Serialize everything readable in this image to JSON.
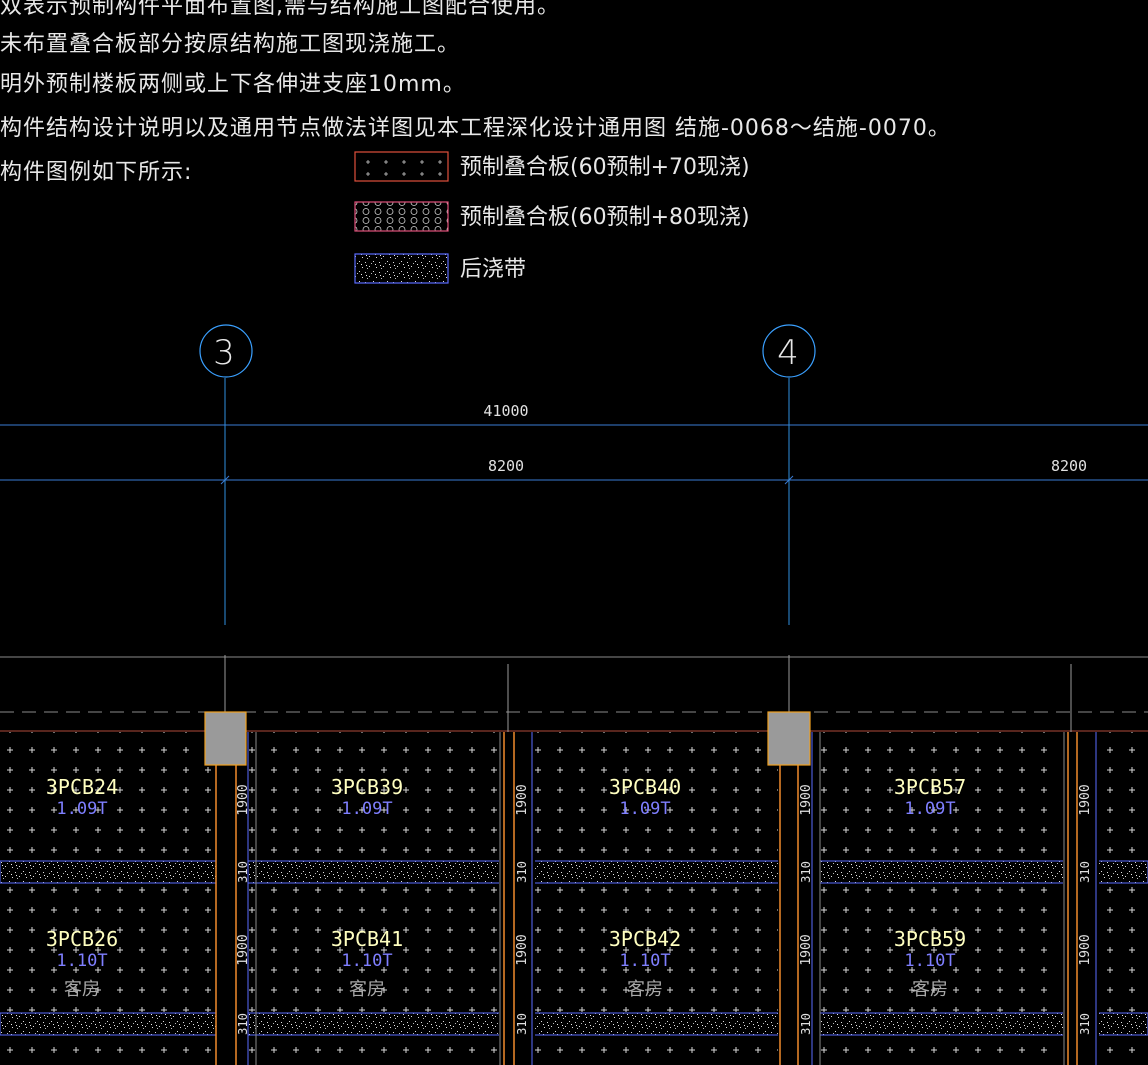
{
  "notes": [
    "双表示预制构件平面布置图,需与结构施工图配合使用。",
    "未布置叠合板部分按原结构施工图现浇施工。",
    "明外预制楼板两侧或上下各伸进支座10mm。",
    "构件结构设计说明以及通用节点做法详图见本工程深化设计通用图  结施-0068～结施-0070。",
    "构件图例如下所示:"
  ],
  "legend": [
    {
      "label": "预制叠合板(60预制+70现浇)",
      "pattern": "cross",
      "border": "#e0503c"
    },
    {
      "label": "预制叠合板(60预制+80现浇)",
      "pattern": "circle",
      "border": "#e0507a"
    },
    {
      "label": "后浇带",
      "pattern": "speckle",
      "border": "#5a6cff"
    }
  ],
  "axes": [
    {
      "label": "3"
    },
    {
      "label": "4"
    }
  ],
  "dimensions": {
    "total": "41000",
    "spans": [
      "8200",
      "8200"
    ],
    "slab_height": "1900",
    "joint_width": "310"
  },
  "slabs_row1": [
    {
      "id": "3PCB24",
      "weight": "1.09T"
    },
    {
      "id": "3PCB39",
      "weight": "1.09T"
    },
    {
      "id": "3PCB40",
      "weight": "1.09T"
    },
    {
      "id": "3PCB57",
      "weight": "1.09T"
    }
  ],
  "slabs_row2": [
    {
      "id": "3PCB26",
      "weight": "1.10T",
      "room": "客房"
    },
    {
      "id": "3PCB41",
      "weight": "1.10T",
      "room": "客房"
    },
    {
      "id": "3PCB42",
      "weight": "1.10T",
      "room": "客房"
    },
    {
      "id": "3PCB59",
      "weight": "1.10T",
      "room": "客房"
    }
  ],
  "colors": {
    "background": "#000000",
    "text": "#e8e8e8",
    "axis_line": "#2f8fe0",
    "axis_bubble": "#3aa0ff",
    "dim_line": "#3a7bd5",
    "slab_id": "#ffffc0",
    "slab_weight": "#7f7fff",
    "room": "#a8a8a8",
    "beam": "#f08a2c",
    "joint_border": "#5a6cff",
    "column_fill": "#9a9a9a",
    "column_border": "#f0a020",
    "grid_plus": "#d8d8d8"
  }
}
